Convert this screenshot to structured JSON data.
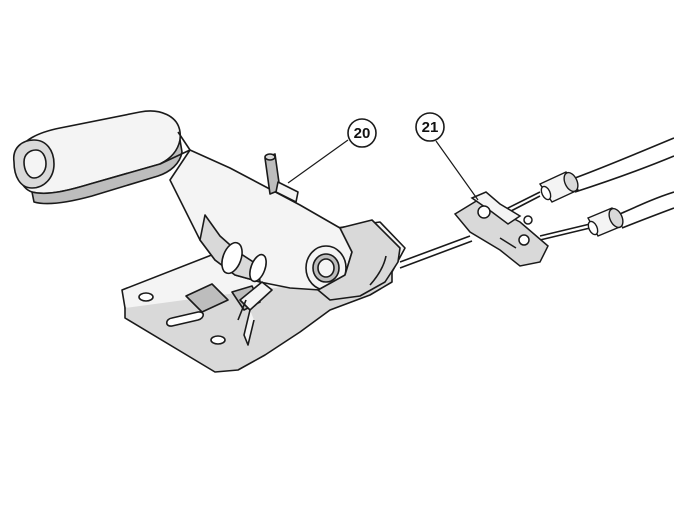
{
  "diagram": {
    "callouts": [
      {
        "id": "c20",
        "label": "20"
      },
      {
        "id": "c21",
        "label": "21"
      }
    ],
    "colors": {
      "line": "#1a1a1a",
      "fill_light": "#f4f4f4",
      "fill_mid": "#d9d9d9",
      "fill_dark": "#bdbdbd",
      "background": "#ffffff"
    }
  }
}
